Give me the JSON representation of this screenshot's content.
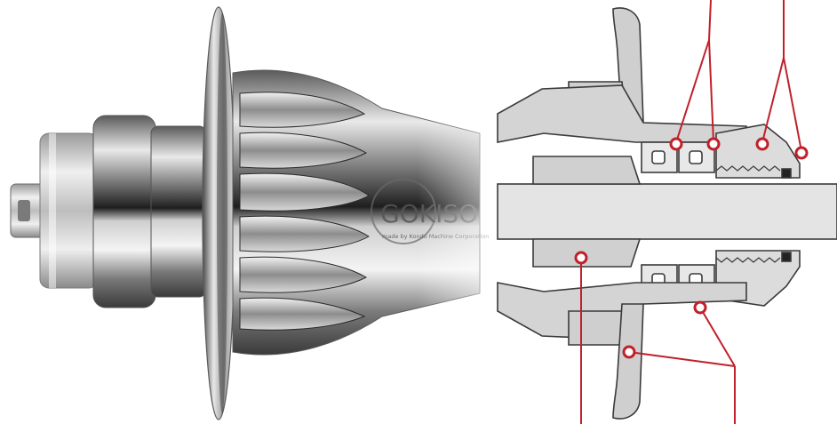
{
  "image": {
    "subject": "bicycle hub cutaway",
    "logo_text": "GOKISO",
    "logo_subtext": "made by Kondo Machine Corporation"
  },
  "colors": {
    "background": "#ffffff",
    "callout": "#c0202a",
    "section_fill": "#cfcfcf",
    "section_stroke": "#3a3a3a",
    "steel_dark": "#2a2a2a",
    "steel_light": "#e6e6e6"
  }
}
